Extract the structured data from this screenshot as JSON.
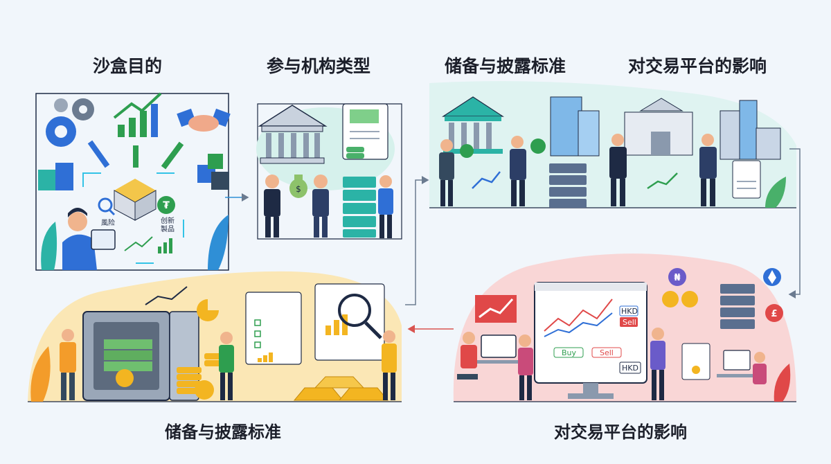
{
  "titles": {
    "purpose": "沙盒目的",
    "institution_types": "参与机构类型",
    "reserve_top": "储备与披露标准",
    "impact_top": "对交易平台的影响",
    "reserve_bottom": "储备与披露标准",
    "impact_bottom": "对交易平台的影响"
  },
  "labels": {
    "risk": "風险",
    "innovation_1": "创新",
    "innovation_2": "製品",
    "hkd_1": "HKD",
    "sell_1": "Sell",
    "buy": "Buy",
    "sell_2": "Sell",
    "hkd_2": "HKD"
  },
  "colors": {
    "accent_blue": "#2f6fd6",
    "accent_green": "#2e9e4f",
    "accent_gold": "#f3b521",
    "accent_red": "#e04848",
    "panel_mint": "#d6f1ec",
    "panel_yellow": "#fbe7b5",
    "panel_pink": "#f9d6d6"
  },
  "icons": [
    "gear-icon",
    "chart-up-icon",
    "handshake-icon",
    "blocks-icon",
    "box-icon",
    "magnifier-icon",
    "tether-coin-icon",
    "bank-icon",
    "money-bag-icon",
    "server-icon",
    "document-icon",
    "vault-icon",
    "gold-bar-icon",
    "coin-icon",
    "monitor-icon",
    "ethereum-coin-icon",
    "pound-coin-icon",
    "naira-coin-icon",
    "leaf-icon"
  ]
}
